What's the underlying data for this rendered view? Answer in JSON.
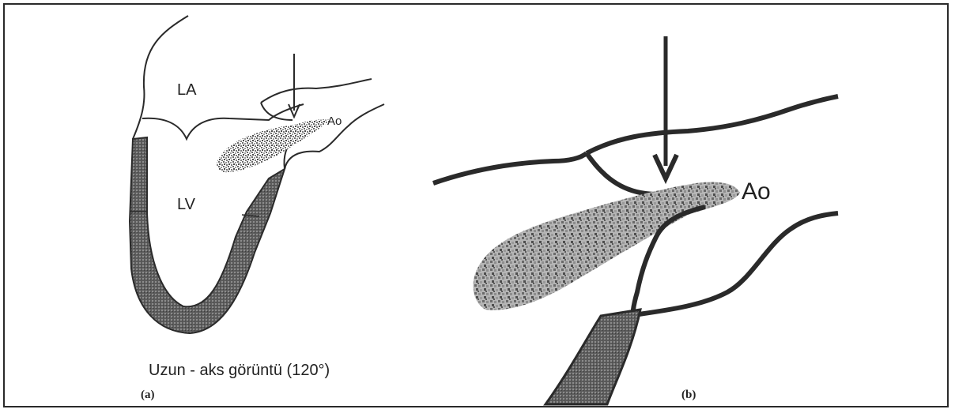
{
  "panel_a": {
    "label_la": "LA",
    "label_lv": "LV",
    "label_ao": "Ao",
    "caption": "Uzun - aks görüntü (120°)",
    "panel_letter": "(a)"
  },
  "panel_b": {
    "label_ao": "Ao",
    "panel_letter": "(b)"
  },
  "colors": {
    "outline": "#2a2a2a",
    "myocardium": "#6e6e6e",
    "jet": "#8a8a8a"
  }
}
